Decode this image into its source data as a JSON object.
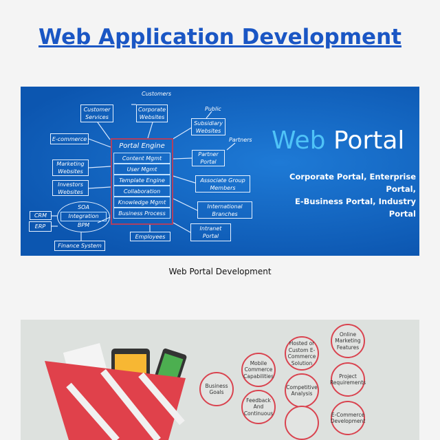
{
  "page": {
    "title": "Web Application Development",
    "caption": "Web Portal Development"
  },
  "portal": {
    "heading_a": "Web",
    "heading_b": "Portal",
    "subtitle_1": "Corporate Portal, Enterprise Portal,",
    "subtitle_2": "E-Business Portal, Industry Portal",
    "engine": {
      "title": "Portal Engine",
      "rows": [
        "Content Mgmt",
        "User Mgmt",
        "Template Engine",
        "Collaboration",
        "Knowledge Mgmt",
        "Business Process"
      ]
    },
    "boxes": {
      "customer_services": "Customer Services",
      "corporate_websites": "Corporate Websites",
      "subsidiary_websites": "Subsidiary Websites",
      "ecommerce": "E-commerce",
      "partner_portal": "Partner Portal",
      "marketing_websites": "Marketing Websites",
      "investors_websites": "Investors Websites",
      "associate_group": "Associate Group Members",
      "international": "International Branches",
      "crm": "CRM",
      "erp": "ERP",
      "finance": "Finance System",
      "employees": "Employees",
      "intranet": "Intranet Portal"
    },
    "soa": {
      "top": "SOA",
      "mid": "Integration",
      "bottom": "BPM"
    },
    "labels": {
      "customers": "Customers",
      "public": "Public",
      "partners": "Partners"
    }
  },
  "ecommerce": {
    "circles": [
      "Online Marketing Features",
      "Hosted or Custom E-Commerce Solution",
      "Mobile Commerce Capabilities",
      "Project Requirements",
      "Business Goals",
      "Competitive Analysis",
      "Feedback And Continuous",
      "E-Commerce Development"
    ]
  }
}
